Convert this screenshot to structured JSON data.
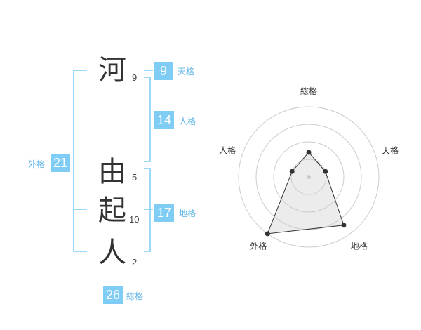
{
  "name": {
    "chars": [
      {
        "char": "河",
        "strokes": "9"
      },
      {
        "char": "由",
        "strokes": "5"
      },
      {
        "char": "起",
        "strokes": "10"
      },
      {
        "char": "人",
        "strokes": "2"
      }
    ]
  },
  "kakusu": {
    "tenkaku": {
      "value": "9",
      "label": "天格"
    },
    "jinkaku": {
      "value": "14",
      "label": "人格"
    },
    "chikaku": {
      "value": "17",
      "label": "地格"
    },
    "gaikaku": {
      "value": "21",
      "label": "外格"
    },
    "soukaku": {
      "value": "26",
      "label": "総格"
    }
  },
  "colors": {
    "accent": "#7fccf5",
    "label": "#5fb5e6",
    "line": "#7fccf5"
  },
  "chart_data": {
    "type": "radar",
    "axes": [
      "総格",
      "天格",
      "地格",
      "外格",
      "人格"
    ],
    "values": [
      0.35,
      0.25,
      0.85,
      1.0,
      0.25
    ],
    "rings": 4,
    "grid": true
  }
}
